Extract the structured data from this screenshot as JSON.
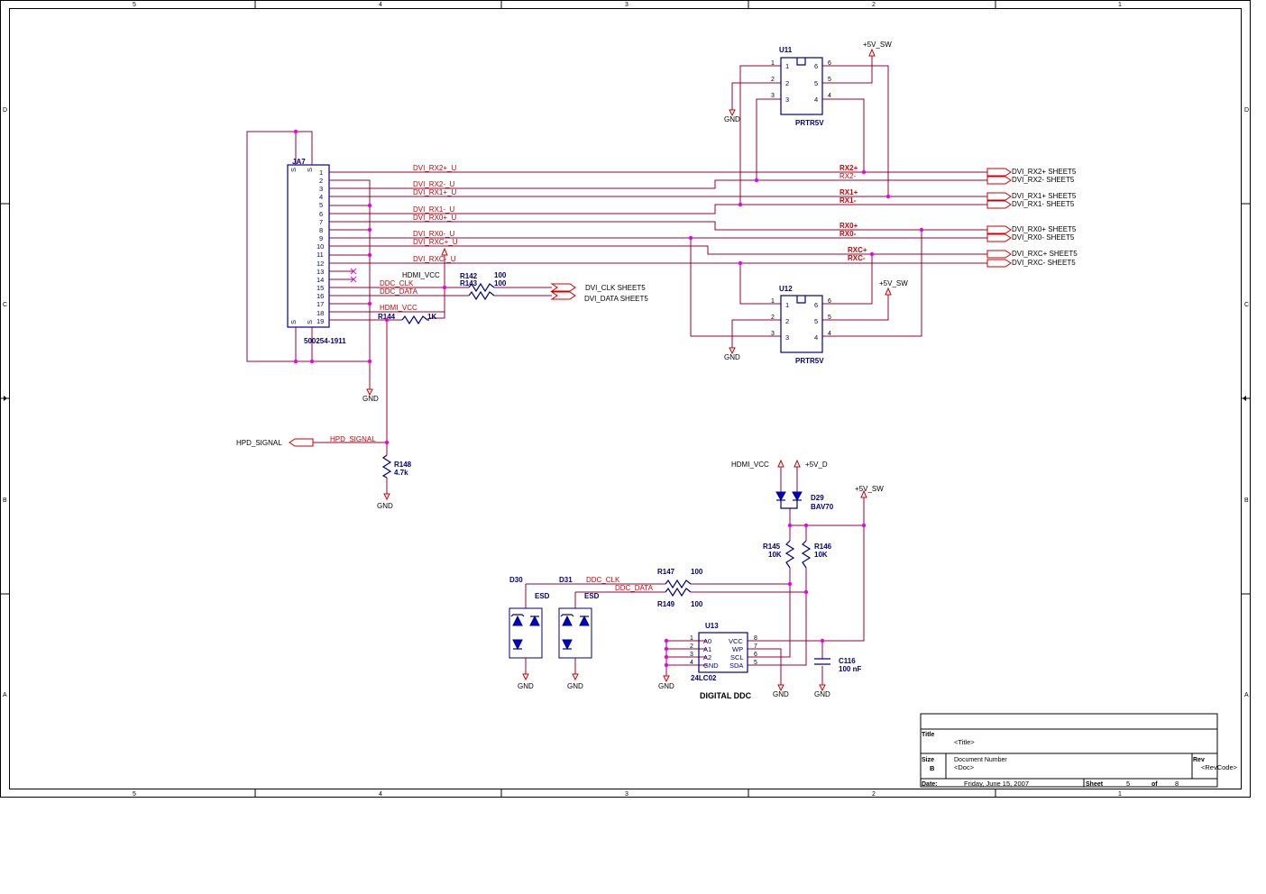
{
  "border": {
    "columns": [
      "5",
      "4",
      "3",
      "2",
      "1"
    ],
    "rows": [
      "D",
      "C",
      "B",
      "A"
    ]
  },
  "connector": {
    "ref": "JA7",
    "part": "500254-1911",
    "shield_label": "S",
    "pins": [
      "1",
      "2",
      "3",
      "4",
      "5",
      "6",
      "7",
      "8",
      "9",
      "10",
      "11",
      "12",
      "13",
      "14",
      "15",
      "16",
      "17",
      "18",
      "19"
    ]
  },
  "nets": {
    "dvi_rx2p_u": "DVI_RX2+_U",
    "dvi_rx2m_u": "DVI_RX2-_U",
    "dvi_rx1p_u": "DVI_RX1+_U",
    "dvi_rx1m_u": "DVI_RX1-_U",
    "dvi_rx0p_u": "DVI_RX0+_U",
    "dvi_rx0m_u": "DVI_RX0-_U",
    "dvi_rxcp_u": "DVI_RXC+_U",
    "dvi_rxcm_u": "DVI_RXC-_U",
    "ddc_clk": "DDC_CLK",
    "ddc_data": "DDC_DATA",
    "hdmi_vcc": "HDMI_VCC",
    "hpd_signal": "HPD_SIGNAL",
    "rx2p": "RX2+",
    "rx2m": "RX2-",
    "rx1p": "RX1+",
    "rx1m": "RX1-",
    "rx0p": "RX0+",
    "rx0m": "RX0-",
    "rxcp": "RXC+",
    "rxcm": "RXC-"
  },
  "offsheet": {
    "rx2p": "DVI_RX2+  SHEET5",
    "rx2m": "DVI_RX2-  SHEET5",
    "rx1p": "DVI_RX1+  SHEET5",
    "rx1m": "DVI_RX1-  SHEET5",
    "rx0p": "DVI_RX0+  SHEET5",
    "rx0m": "DVI_RX0-  SHEET5",
    "rxcp": "DVI_RXC+  SHEET5",
    "rxcm": "DVI_RXC-  SHEET5",
    "clk": "DVI_CLK   SHEET5",
    "data": "DVI_DATA   SHEET5",
    "hpd": "HPD_SIGNAL"
  },
  "power": {
    "gnd": "GND",
    "p5v_sw": "+5V_SW",
    "p5v_d": "+5V_D",
    "hdmi_vcc": "HDMI_VCC"
  },
  "u11": {
    "ref": "U11",
    "part": "PRTR5V",
    "pins": [
      "1",
      "2",
      "3",
      "6",
      "5",
      "4"
    ]
  },
  "u12": {
    "ref": "U12",
    "part": "PRTR5V",
    "pins": [
      "1",
      "2",
      "3",
      "6",
      "5",
      "4"
    ]
  },
  "u13": {
    "ref": "U13",
    "part": "24LC02",
    "left_pins": [
      "A0",
      "A1",
      "A2",
      "GND"
    ],
    "right_pins": [
      "VCC",
      "WP",
      "SCL",
      "SDA"
    ],
    "left_nums": [
      "1",
      "2",
      "3",
      "4"
    ],
    "right_nums": [
      "8",
      "7",
      "6",
      "5"
    ]
  },
  "resistors": {
    "r142": "R142",
    "r142_val": "100",
    "r143": "R143",
    "r143_val": "100",
    "r144": "R144",
    "r144_val": "1K",
    "r148": "R148",
    "r148_val": "4.7k",
    "r145": "R145",
    "r145_val": "10K",
    "r146": "R146",
    "r146_val": "10K",
    "r147": "R147",
    "r147_val": "100",
    "r149": "R149",
    "r149_val": "100"
  },
  "diodes": {
    "d29": "D29",
    "d29_part": "BAV70",
    "d30": "D30",
    "d30_part": "ESD",
    "d31": "D31",
    "d31_part": "ESD"
  },
  "cap": {
    "ref": "C116",
    "val": "100 nF"
  },
  "section_title": "DIGITAL DDC",
  "title_block": {
    "title_label": "Title",
    "title_value": "<Title>",
    "size_label": "Size",
    "size_value": "B",
    "docnum_label": "Document Number",
    "docnum_value": "<Doc>",
    "rev_label": "Rev",
    "rev_value": "<RevCode>",
    "date_label": "Date:",
    "date_value": "Friday, June 15, 2007",
    "sheet_label": "Sheet",
    "sheet_value": "5",
    "of_label": "of",
    "of_value": "8"
  }
}
